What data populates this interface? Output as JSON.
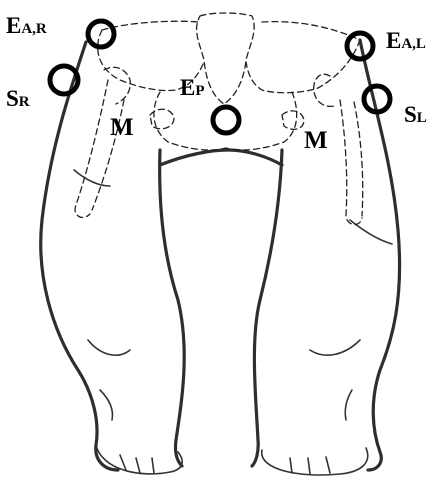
{
  "markers": {
    "ea_r": {
      "main": "E",
      "sub": "A,R"
    },
    "ea_l": {
      "main": "E",
      "sub": "A,L"
    },
    "ep": {
      "main": "E",
      "sub": "P"
    },
    "sr": {
      "main": "S",
      "sub": "R"
    },
    "sl": {
      "main": "S",
      "sub": "L"
    }
  },
  "muscle_labels": {
    "left": "M",
    "right": "M"
  }
}
